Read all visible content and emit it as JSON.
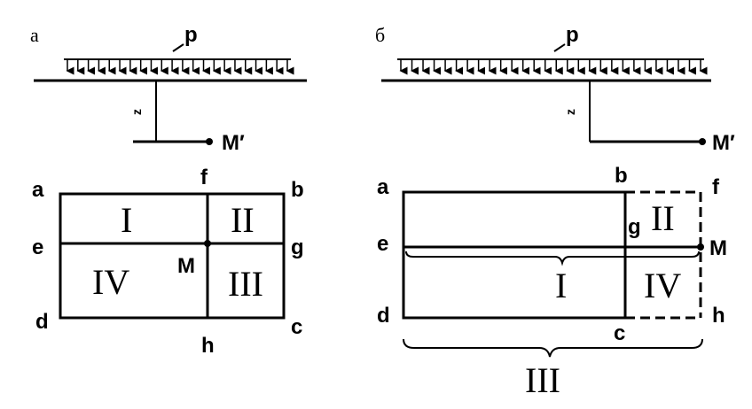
{
  "panel_a": {
    "panel_label": "а",
    "load_label": "p",
    "depth_label": "z",
    "point_label": "M′",
    "corners": {
      "a": "a",
      "b": "b",
      "c": "c",
      "d": "d",
      "e": "e",
      "f": "f",
      "g": "g",
      "h": "h"
    },
    "center_label": "M",
    "regions": {
      "r1": "I",
      "r2": "II",
      "r3": "III",
      "r4": "IV"
    }
  },
  "panel_b": {
    "panel_label": "б",
    "load_label": "p",
    "depth_label": "z",
    "point_label": "M′",
    "corners": {
      "a": "a",
      "b": "b",
      "c": "c",
      "d": "d",
      "e": "e",
      "f": "f",
      "g": "g",
      "h": "h"
    },
    "point_m_label": "M",
    "regions": {
      "r1": "I",
      "r2": "II",
      "r3": "III",
      "r4": "IV"
    }
  }
}
